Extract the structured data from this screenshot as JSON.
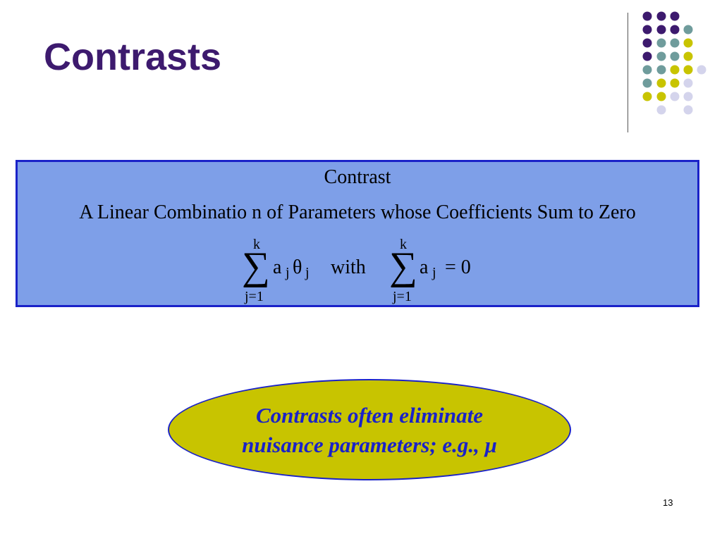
{
  "slide": {
    "title": "Contrasts",
    "page_number": "13"
  },
  "definition_box": {
    "heading": "Contrast",
    "subtitle": "A Linear Combinatio n of  Parameters  whose Coefficients Sum to Zero",
    "formula": {
      "sum_upper": "k",
      "sum_lower": "j=1",
      "sigma": "∑",
      "term_a": "a",
      "term_a_sub": "j",
      "term_theta": "θ",
      "term_theta_sub": "j",
      "connector": "with",
      "equals_zero": "= 0"
    }
  },
  "callout": {
    "line1": "Contrasts often eliminate",
    "line2": "nuisance parameters; e.g., μ"
  },
  "colors": {
    "title": "#3d1a6e",
    "box_fill": "#7e9fe8",
    "box_border": "#1a22c8",
    "ellipse_fill": "#c8c400",
    "ellipse_text": "#1a22c8",
    "dot_purple": "#3d1a6e",
    "dot_teal": "#6f9c9c",
    "dot_yellow": "#c8c400",
    "dot_lavender": "#d4d4ec"
  }
}
